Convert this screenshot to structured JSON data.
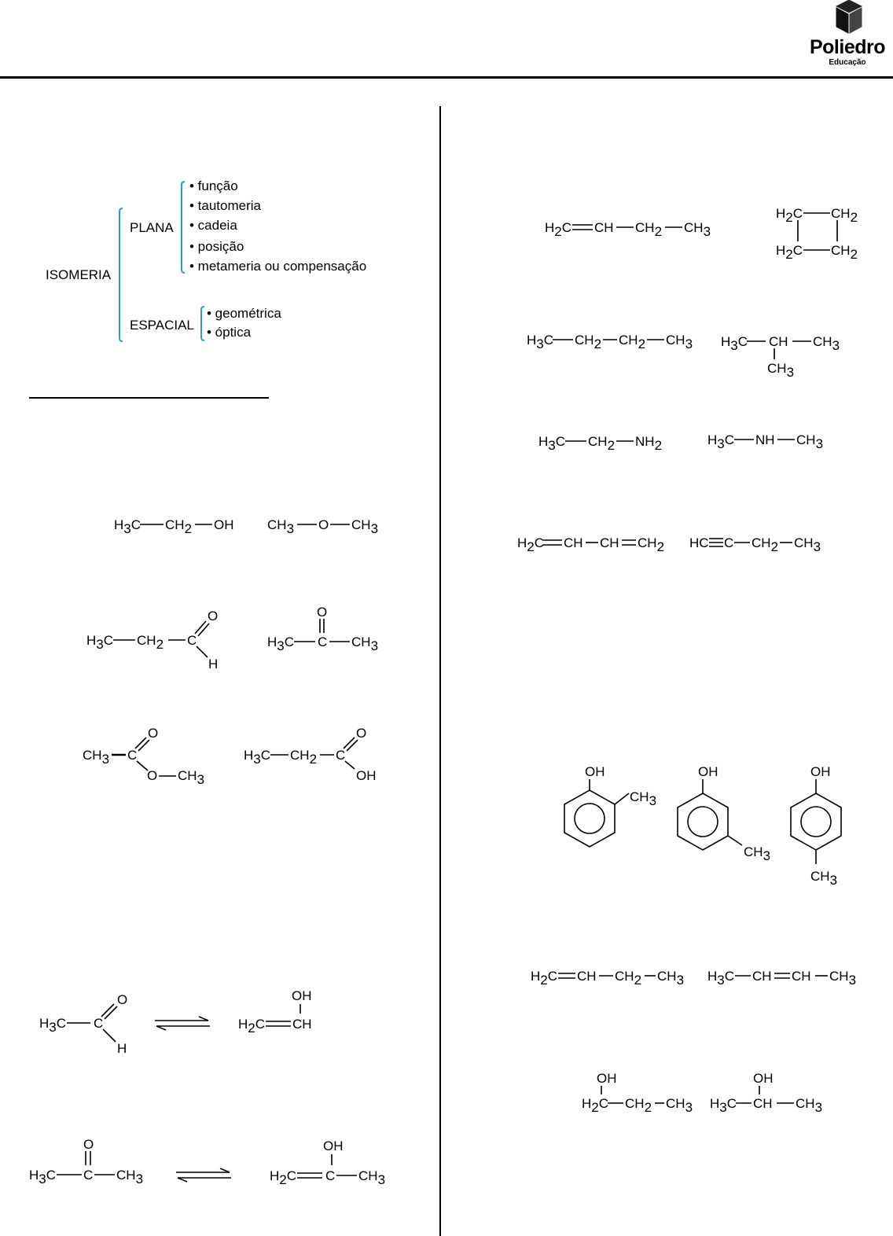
{
  "logo": {
    "name": "Poliedro",
    "sub": "Educação"
  },
  "tree": {
    "root": "ISOMERIA",
    "plana": "PLANA",
    "plana_items": [
      "• função",
      "• tautomeria",
      "• cadeia",
      "• posição",
      "• metameria ou compensação"
    ],
    "espacial": "ESPACIAL",
    "espacial_items": [
      "• geométrica",
      "• óptica"
    ],
    "bracket_color": "#2a9fc7"
  },
  "formulas": {
    "ethanol": "H3C—CH2—OH",
    "dimethyl_ether": "CH3—O—CH3",
    "propanal": "H3C—CH2—C(=O)H",
    "propanone": "H3C—C(=O)—CH3",
    "methyl_acetate": "CH3—C(=O)—O—CH3",
    "propanoic_acid": "H3C—CH2—C(=O)OH",
    "acetaldehyde": "H3C—C(=O)H",
    "vinyl_alcohol": "H2C=CH—OH",
    "acetone": "H3C—C(=O)—CH3",
    "propen_2_ol": "H2C=C(OH)—CH3",
    "but_1_ene": "H2C=CH—CH2—CH3",
    "cyclobutane": "H2C—CH2 / H2C—CH2",
    "butane": "H3C—CH2—CH2—CH3",
    "isobutane": "H3C—CH(CH3)—CH3",
    "ethylamine": "H3C—CH2—NH2",
    "dimethylamine": "H3C—NH—CH3",
    "butadiene": "H2C=CH—CH=CH2",
    "but_1_yne": "HC≡C—CH2—CH3",
    "o_cresol": "OH, CH3",
    "m_cresol": "OH, CH3",
    "p_cresol": "OH, CH3",
    "but_1_ene_b": "H2C=CH—CH2—CH3",
    "but_2_ene": "H3C—CH=CH—CH3",
    "propan_1_ol": "H2C(OH)—CH2—CH3",
    "propan_2_ol": "H3C—CH(OH)—CH3"
  }
}
